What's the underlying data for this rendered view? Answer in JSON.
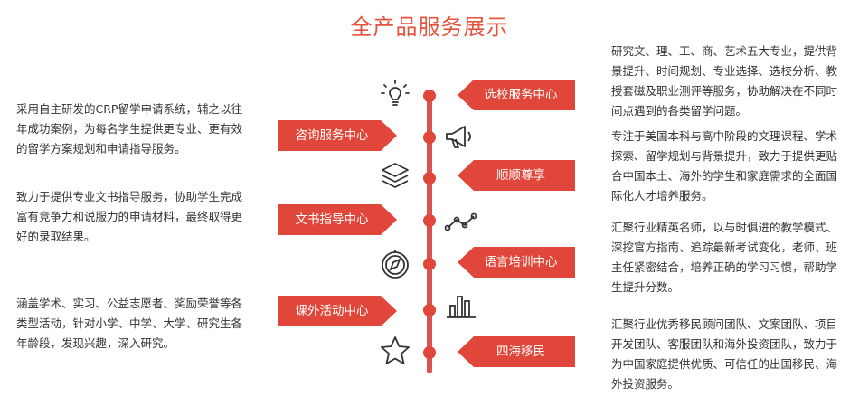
{
  "title": "全产品服务展示",
  "tags": {
    "school_selection": "选校服务中心",
    "consulting": "咨询服务中心",
    "vip": "顺顺尊享",
    "documents": "文书指导中心",
    "language": "语言培训中心",
    "extracurricular": "课外活动中心",
    "immigration": "四海移民"
  },
  "left_text": {
    "consulting": "采用自主研发的CRP留学申请系统，辅之以往年成功案例，为每名学生提供更专业、更有效的留学方案规划和申请指导服务。",
    "documents": "致力于提供专业文书指导服务，协助学生完成富有竞争力和说服力的申请材料，最终取得更好的录取结果。",
    "extracurricular": "涵盖学术、实习、公益志愿者、奖励荣誉等各类型活动，针对小学、中学、大学、研究生各年龄段，发现兴趣，深入研究。"
  },
  "right_text": {
    "school_selection": "研究文、理、工、商、艺术五大专业，提供背景提升、时间规划、专业选择、选校分析、教授套磁及职业测评等服务，协助解决在不同时间点遇到的各类留学问题。",
    "vip": "专注于美国本科与高中阶段的文理课程、学术探索、留学规划与背景提升，致力于提供更贴合中国本土、海外的学生和家庭需求的全面国际化人才培养服务。",
    "language": "汇聚行业精英名师，以与时俱进的教学模式、深挖官方指南、追踪最新考试变化，老师、班主任紧密结合，培养正确的学习习惯，帮助学生提升分数。",
    "immigration": "汇聚行业优秀移民顾问团队、文案团队、项目开发团队、客服团队和海外投资团队，致力于为中国家庭提供优质、可信任的出国移民、海外投资服务。"
  },
  "icons": [
    "lightbulb-icon",
    "megaphone-icon",
    "layers-icon",
    "line-chart-icon",
    "compass-icon",
    "bar-chart-icon",
    "star-icon"
  ],
  "accent_color": "#e0473a"
}
